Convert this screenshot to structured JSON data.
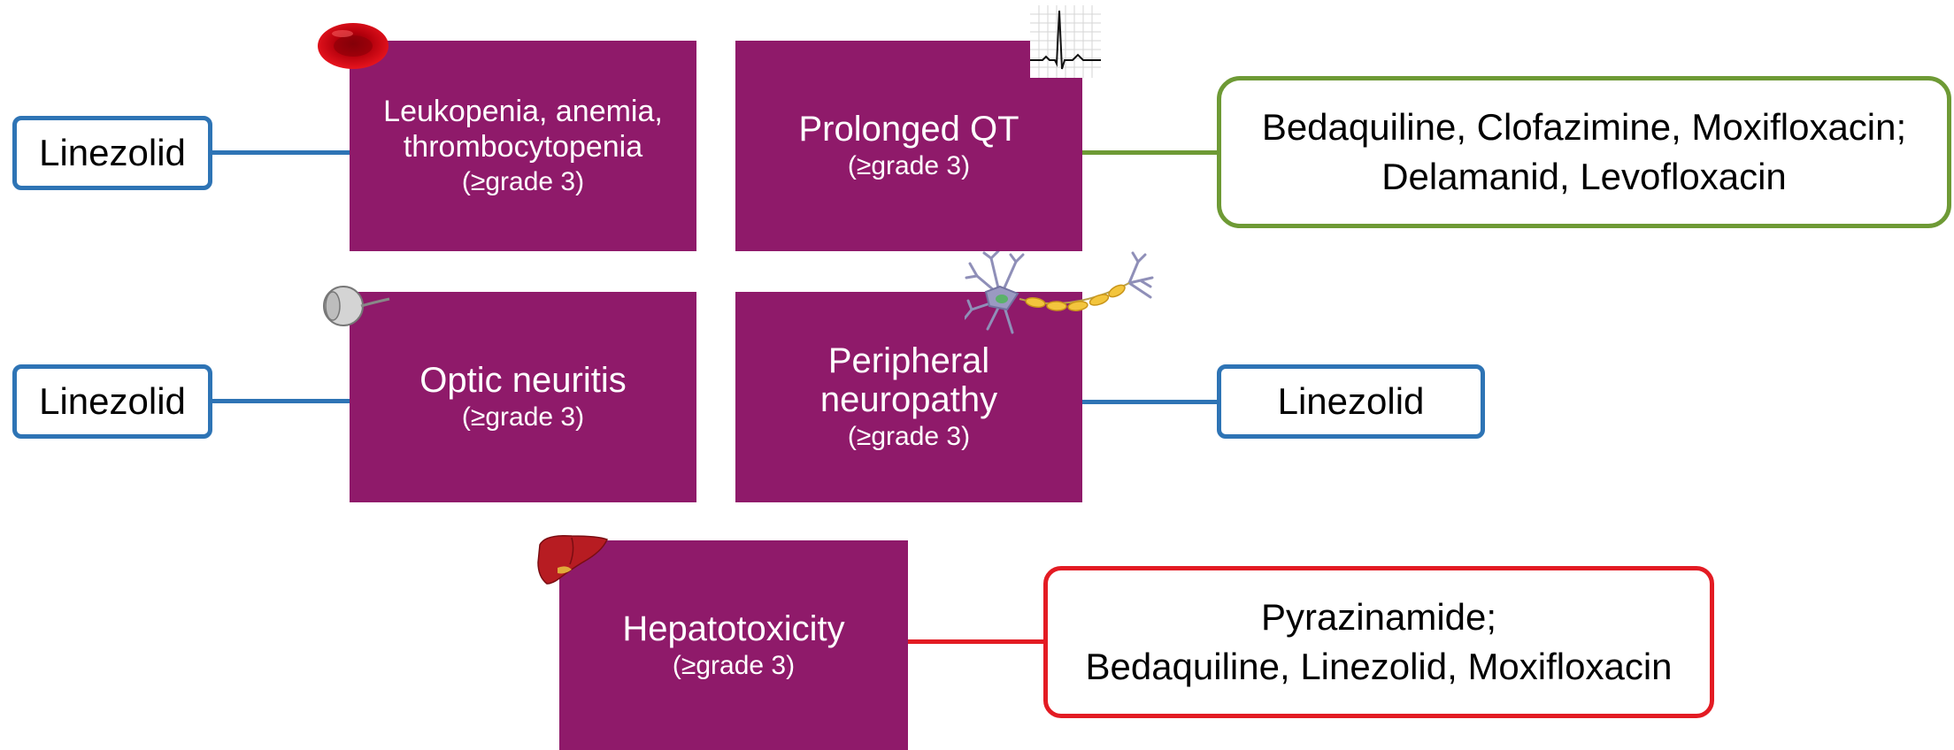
{
  "colors": {
    "box_fill": "#8f1a6a",
    "blue": "#2e74b5",
    "green": "#6e9a35",
    "red": "#e31b23"
  },
  "boxes": {
    "hematologic": {
      "title": "Leukopenia, anemia, thrombocytopenia",
      "grade": "(≥grade 3)",
      "icon": "red-blood-cell-icon"
    },
    "qt": {
      "title": "Prolonged QT",
      "grade": "(≥grade 3)",
      "icon": "ecg-trace-icon"
    },
    "optic": {
      "title": "Optic neuritis",
      "grade": "(≥grade 3)",
      "icon": "eye-icon"
    },
    "neuropathy": {
      "title": "Peripheral neuropathy",
      "grade": "(≥grade 3)",
      "icon": "neuron-icon"
    },
    "hepato": {
      "title": "Hepatotoxicity",
      "grade": "(≥grade 3)",
      "icon": "liver-icon"
    }
  },
  "drugs": {
    "hematologic": [
      "Linezolid"
    ],
    "optic": [
      "Linezolid"
    ],
    "qt": [
      "Bedaquiline, Clofazimine, Moxifloxacin;",
      "Delamanid, Levofloxacin"
    ],
    "neuropathy": [
      "Linezolid"
    ],
    "hepato": [
      "Pyrazinamide;",
      "Bedaquiline, Linezolid, Moxifloxacin"
    ]
  }
}
